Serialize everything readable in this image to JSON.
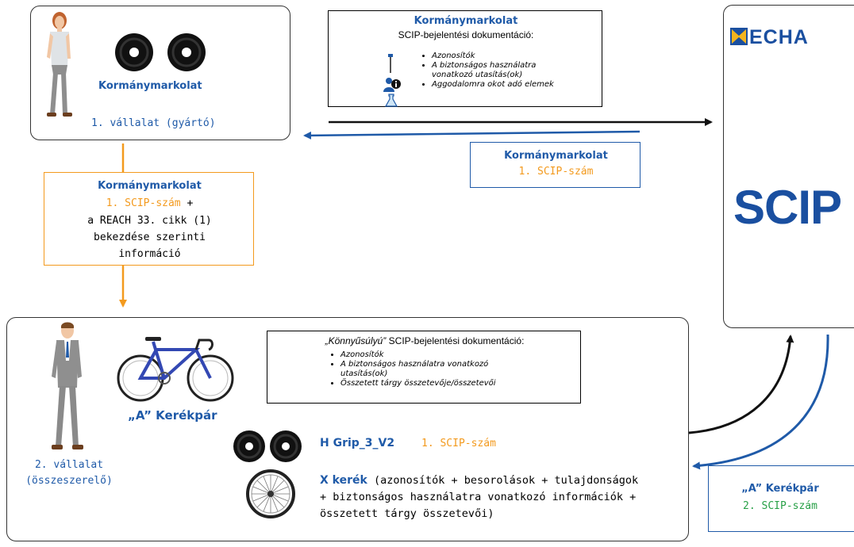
{
  "company1": {
    "product": "Kormánymarkolat",
    "label": "1. vállalat (gyártó)"
  },
  "scip_notification": {
    "title": "Kormánymarkolat",
    "subtitle": "SCIP-bejelentési dokumentáció:",
    "items": [
      "Azonosítók",
      "A biztonságos használatra vonatkozó utasítás(ok)",
      "Aggodalomra okot adó elemek"
    ],
    "item_lines": [
      [
        "Azonosítók"
      ],
      [
        "A biztonságos használatra",
        "vonatkozó utasítás(ok)"
      ],
      [
        "Aggodalomra okot adó elemek"
      ]
    ]
  },
  "echa": {
    "logo_text": "ECHA",
    "scip_logo": "SCIP"
  },
  "return1": {
    "title": "Kormánymarkolat",
    "number": "1. SCIP-szám"
  },
  "handover": {
    "title": "Kormánymarkolat",
    "number": "1. SCIP-szám",
    "plus": " +",
    "lines": [
      "a REACH 33. cikk (1)",
      "bekezdése szerinti",
      "információ"
    ]
  },
  "company2": {
    "product": "„A” Kerékpár",
    "label_line1": "2. vállalat",
    "label_line2": "(összeszerelő)"
  },
  "light_notification": {
    "title_italic": "„Könnyűsúlyú”",
    "title_rest": " SCIP-bejelentési dokumentáció:",
    "items": [
      "Azonosítók",
      "A biztonságos használatra vonatkozó utasítás(ok)",
      "Összetett tárgy összetevője/összetevői"
    ],
    "item_lines": [
      [
        "Azonosítók"
      ],
      [
        "A biztonságos használatra vonatkozó",
        "utasítás(ok)"
      ],
      [
        "Összetett tárgy összetevője/összetevői"
      ]
    ]
  },
  "component_grip": {
    "name": "H Grip_3_V2",
    "number": "1. SCIP-szám"
  },
  "component_wheel": {
    "name": "X kerék",
    "desc_lines": [
      " (azonosítók + besorolások + tulajdonságok",
      "+ biztonságos használatra vonatkozó információk +",
      "összetett tárgy összetevői)"
    ]
  },
  "return2": {
    "title": "„A” Kerékpár",
    "number": "2. SCIP-szám"
  },
  "colors": {
    "blue": "#1f5aa8",
    "orange": "#f39a1e",
    "green": "#27a046",
    "black": "#111111"
  },
  "icons": [
    "person-woman-icon",
    "handlebar-grip-icon",
    "bicycle-icon",
    "person-man-icon",
    "wheel-icon",
    "screwdriver-icon",
    "info-person-icon",
    "flask-icon"
  ]
}
